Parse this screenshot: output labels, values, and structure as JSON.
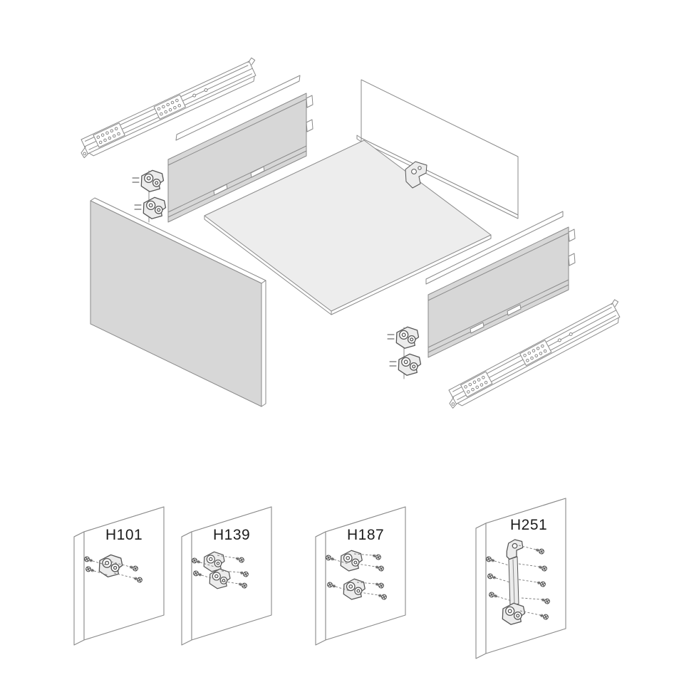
{
  "diagram": {
    "description": "exploded-drawer-assembly",
    "detail_views": [
      {
        "label": "H101"
      },
      {
        "label": "H139"
      },
      {
        "label": "H187"
      },
      {
        "label": "H251"
      }
    ]
  },
  "colors": {
    "background": "#ffffff",
    "line": "#8a8a8a",
    "line_dark": "#565656",
    "panel_fill": "#d7d7d7",
    "panel_fill_light": "#ededed",
    "label_text": "#1c1c1c"
  }
}
